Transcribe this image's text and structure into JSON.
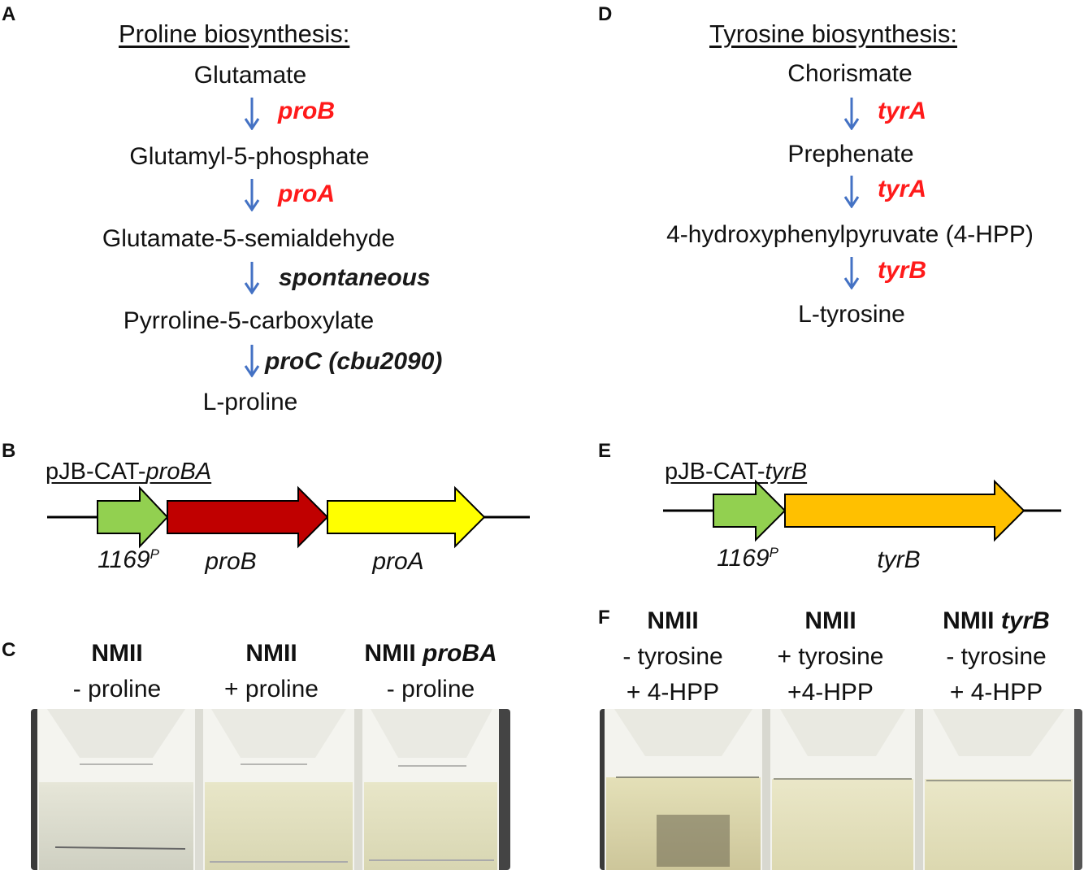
{
  "panel_labels": {
    "a": "A",
    "b": "B",
    "c": "C",
    "d": "D",
    "e": "E",
    "f": "F"
  },
  "proline": {
    "title": "Proline biosynthesis:",
    "metabolites": [
      "Glutamate",
      "Glutamyl-5-phosphate",
      "Glutamate-5-semialdehyde",
      "Pyrroline-5-carboxylate",
      "L-proline"
    ],
    "steps": [
      {
        "gene": "proB",
        "color": "red"
      },
      {
        "gene": "proA",
        "color": "red"
      },
      {
        "gene": "spontaneous",
        "color": "dark"
      },
      {
        "gene": "proC (cbu2090)",
        "color": "dark"
      }
    ]
  },
  "tyrosine": {
    "title": "Tyrosine biosynthesis:",
    "metabolites": [
      "Chorismate",
      "Prephenate",
      "4-hydroxyphenylpyruvate  (4-HPP)",
      "L-tyrosine"
    ],
    "steps": [
      {
        "gene": "tyrA",
        "color": "red"
      },
      {
        "gene": "tyrA",
        "color": "red"
      },
      {
        "gene": "tyrB",
        "color": "red"
      }
    ]
  },
  "plasmid_b": {
    "name_prefix": "pJB-CAT-",
    "name_gene": "proBA",
    "promoter": "1169",
    "promoter_sup": "P",
    "genes": [
      "proB",
      "proA"
    ]
  },
  "plasmid_e": {
    "name_prefix": "pJB-CAT-",
    "name_gene": "tyrB",
    "promoter": "1169",
    "promoter_sup": "P",
    "genes": [
      "tyrB"
    ]
  },
  "panel_c": {
    "columns": [
      {
        "strain": "NMII",
        "strain_gene": "",
        "lines": [
          "- proline"
        ]
      },
      {
        "strain": "NMII",
        "strain_gene": "",
        "lines": [
          "+ proline"
        ]
      },
      {
        "strain": "NMII",
        "strain_gene": "proBA",
        "lines": [
          "- proline"
        ]
      }
    ]
  },
  "panel_f": {
    "columns": [
      {
        "strain": "NMII",
        "strain_gene": "",
        "lines": [
          "- tyrosine",
          "+ 4-HPP"
        ]
      },
      {
        "strain": "NMII",
        "strain_gene": "",
        "lines": [
          "+ tyrosine",
          "+4-HPP"
        ]
      },
      {
        "strain": "NMII",
        "strain_gene": "tyrB",
        "lines": [
          "- tyrosine",
          "+ 4-HPP"
        ]
      }
    ]
  },
  "colors": {
    "arrow_blue": "#4472c4",
    "gene_red": "#ff1a1a",
    "promoter_green": "#92d050",
    "proB_red": "#c00000",
    "proA_yellow": "#ffff00",
    "tyrB_orange": "#ffc000"
  }
}
